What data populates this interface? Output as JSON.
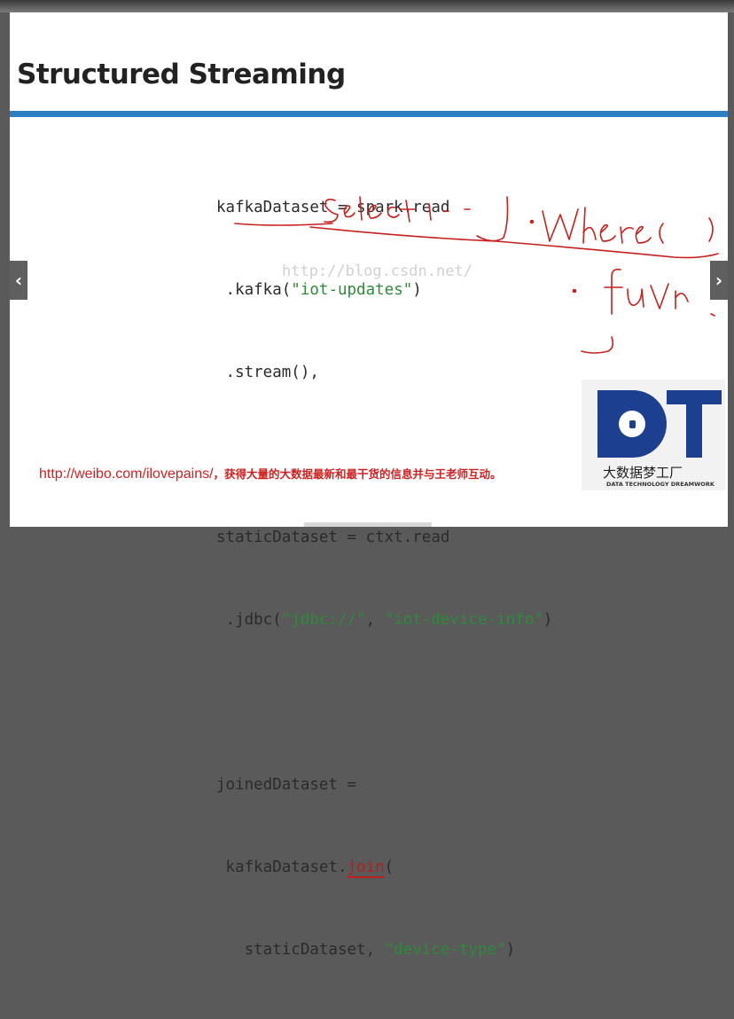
{
  "slide": {
    "title": "Structured Streaming",
    "code": {
      "l1": "kafkaDataset = spark.read",
      "l2_pre": " .kafka(",
      "l2_str": "\"iot-updates\"",
      "l2_post": ")",
      "l3": " .stream(),",
      "l5": "staticDataset = ctxt.read",
      "l6_pre": " .jdbc(",
      "l6_str1": "\"jdbc://\"",
      "l6_mid": ", ",
      "l6_str2": "\"iot-device-info\"",
      "l6_post": ")",
      "l8": "joinedDataset =",
      "l9_pre": " kafkaDataset.",
      "l9_join": "join",
      "l9_post": "(",
      "l10_pre": "   staticDataset, ",
      "l10_str": "\"device-type\"",
      "l10_post": ")"
    },
    "watermark": "http://blog.csdn.net/",
    "footer": {
      "link": "http://weibo.com/ilovepains/",
      "text": "，获得大量的大数据最新和最干货的信息并与王老师互动。"
    },
    "logo": {
      "letters": "DT",
      "chinese": "大数据梦工厂",
      "english": "DATA TECHNOLOGY DREAMWORK"
    }
  },
  "nav": {
    "prev_icon": "chevron-left-icon",
    "next_icon": "chevron-right-icon",
    "prev_glyph": "‹",
    "next_glyph": "›"
  },
  "colors": {
    "title_rule": "#2e7fc2",
    "string": "#2e8b3a",
    "annotation_ink": "#c8201c",
    "logo_blue": "#1d3f8f"
  }
}
